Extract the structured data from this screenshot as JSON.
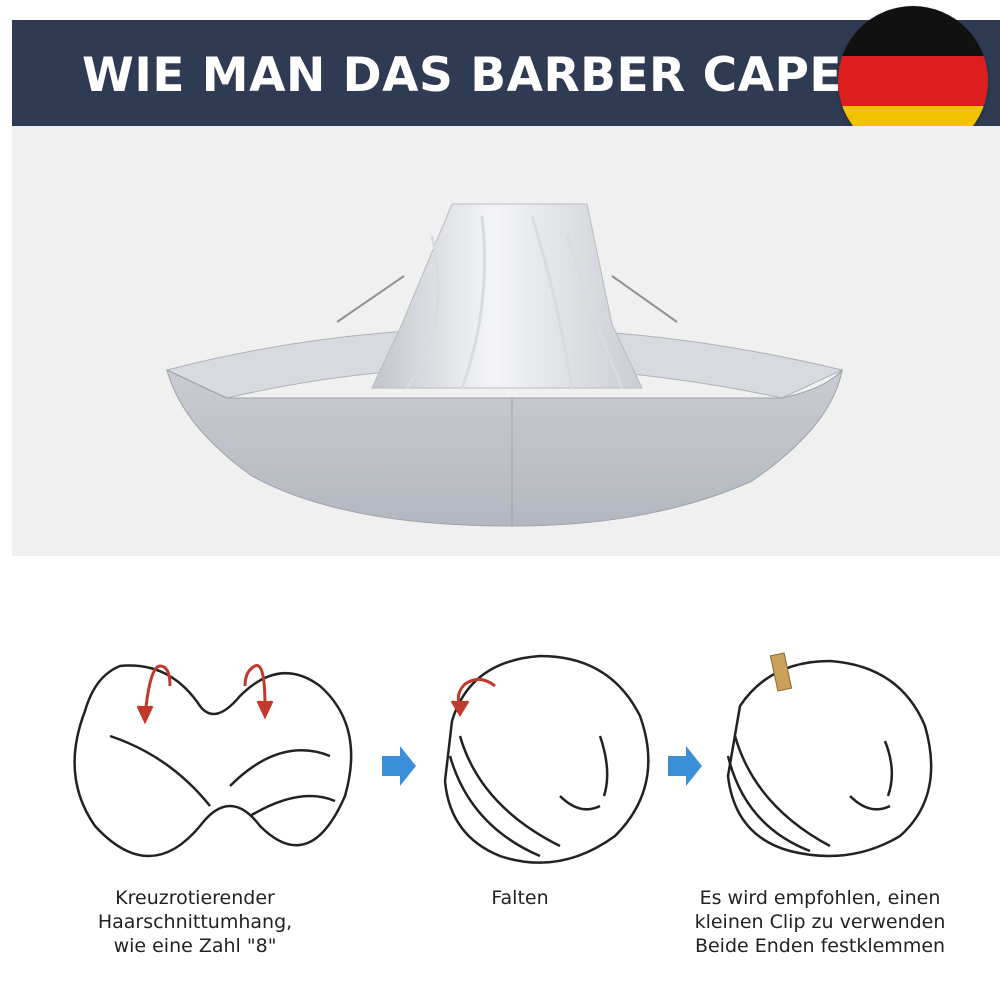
{
  "banner": {
    "title": "WIE MAN DAS BARBER CAPE FAL"
  },
  "flag": {
    "colors": [
      "#111111",
      "#dd1e1e",
      "#f2c200"
    ]
  },
  "steps": [
    {
      "lines": [
        "Kreuzrotierender",
        "Haarschnittumhang,",
        "wie eine Zahl \"8\""
      ]
    },
    {
      "lines": [
        "Falten"
      ]
    },
    {
      "lines": [
        "Es wird empfohlen, einen",
        "kleinen Clip zu verwenden",
        "Beide Enden festklemmen"
      ]
    }
  ],
  "colors": {
    "banner": "#2e3b52",
    "arrow_red": "#c0392b",
    "arrow_blue": "#3b8fd9",
    "clip": "#c9a15a"
  }
}
